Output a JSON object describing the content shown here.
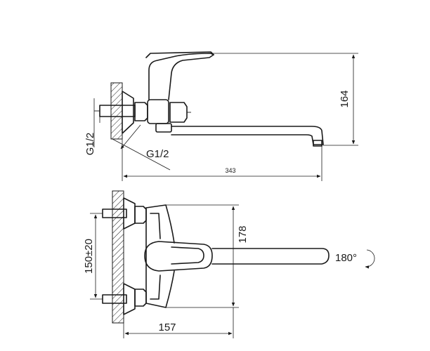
{
  "dimensions": {
    "top_height": "164",
    "top_length": "343",
    "thread_left": "G1/2",
    "thread_right": "G1/2",
    "connection_spacing": "150±20",
    "front_height": "178",
    "front_depth": "157",
    "rotation": "180°"
  }
}
